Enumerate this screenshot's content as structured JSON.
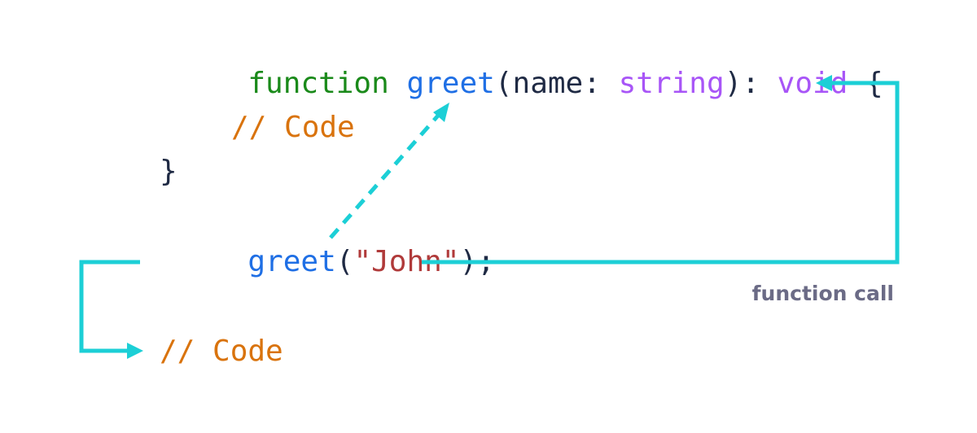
{
  "colors": {
    "keyword": "#1a8a1a",
    "function_name": "#1f6fe5",
    "plain": "#1f2a44",
    "type": "#a855f7",
    "comment": "#d9730d",
    "string": "#b03a3a",
    "arrow": "#1ccfd6",
    "caption": "#6b6b86"
  },
  "definition": {
    "keyword": "function",
    "name": "greet",
    "open_paren": "(",
    "param": "name",
    "colon": ": ",
    "param_type": "string",
    "close_paren_colon": "): ",
    "return_type": "void",
    "open_brace": "{",
    "body_comment": "// Code",
    "close_brace": "}"
  },
  "call": {
    "name": "greet",
    "open_paren": "(",
    "argument": "\"John\"",
    "close": ");"
  },
  "after_call_comment": "// Code",
  "caption": "function call",
  "icons": {
    "call_arrow": "return-to-function-arrow",
    "argument_arrow": "dashed-argument-arrow",
    "return_arrow": "return-flow-arrow"
  }
}
